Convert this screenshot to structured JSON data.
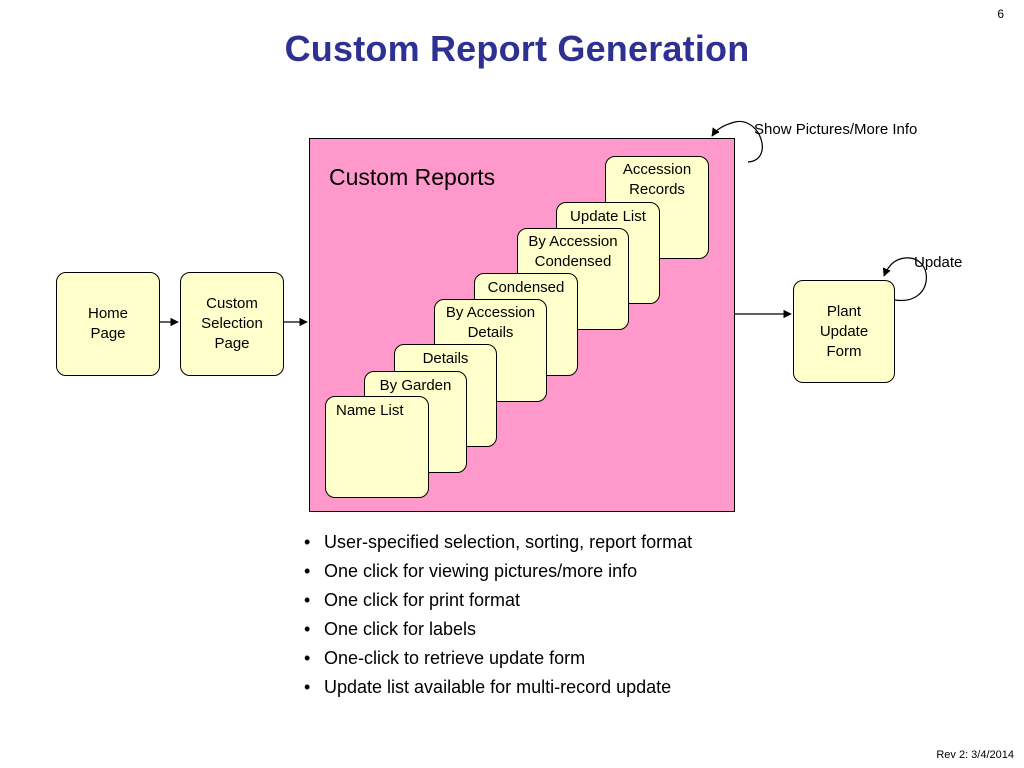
{
  "page_number": "6",
  "title": "Custom Report Generation",
  "nodes": {
    "home": "Home\nPage",
    "custom_selection": "Custom\nSelection\nPage",
    "plant_update": "Plant\nUpdate\nForm"
  },
  "custom_reports": {
    "title": "Custom Reports",
    "cards": [
      "Accession\nRecords",
      "Update List",
      "By Accession\nCondensed",
      "Condensed",
      "By Accession\nDetails",
      "Details",
      "By Garden",
      "Name List"
    ]
  },
  "loop_labels": {
    "show_pictures": "Show Pictures/More Info",
    "update": "Update"
  },
  "bullets": [
    "User-specified selection, sorting, report format",
    "One click for viewing pictures/more info",
    "One click for print format",
    "One click for labels",
    "One-click to retrieve update form",
    "Update list available for multi-record update"
  ],
  "footer": "Rev 2: 3/4/2014"
}
